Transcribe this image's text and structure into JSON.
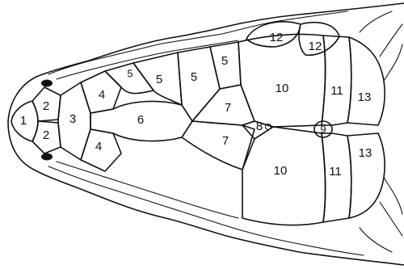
{
  "figure": {
    "scale_labels": [
      {
        "key": "rostral",
        "text": "1"
      },
      {
        "key": "internasal_top",
        "text": "2"
      },
      {
        "key": "internasal_bottom",
        "text": "2"
      },
      {
        "key": "prefrontal",
        "text": "3"
      },
      {
        "key": "loreal_top",
        "text": "4"
      },
      {
        "key": "loreal_bottom",
        "text": "4"
      },
      {
        "key": "supraocular_a",
        "text": "5"
      },
      {
        "key": "supraocular_b",
        "text": "5"
      },
      {
        "key": "supraocular_c",
        "text": "5"
      },
      {
        "key": "supraocular_d",
        "text": "5"
      },
      {
        "key": "frontal",
        "text": "6"
      },
      {
        "key": "frontoparietal_top",
        "text": "7"
      },
      {
        "key": "frontoparietal_bottom",
        "text": "7"
      },
      {
        "key": "interparietal",
        "text": "8"
      },
      {
        "key": "parietal_eye",
        "text": "9"
      },
      {
        "key": "parietal_top",
        "text": "10"
      },
      {
        "key": "parietal_bottom",
        "text": "10"
      },
      {
        "key": "nuchal_top",
        "text": "11"
      },
      {
        "key": "nuchal_bottom",
        "text": "11"
      },
      {
        "key": "occipital_top_a",
        "text": "12"
      },
      {
        "key": "occipital_top_b",
        "text": "12"
      },
      {
        "key": "temporal_top",
        "text": "13"
      },
      {
        "key": "temporal_bottom",
        "text": "13"
      }
    ]
  }
}
